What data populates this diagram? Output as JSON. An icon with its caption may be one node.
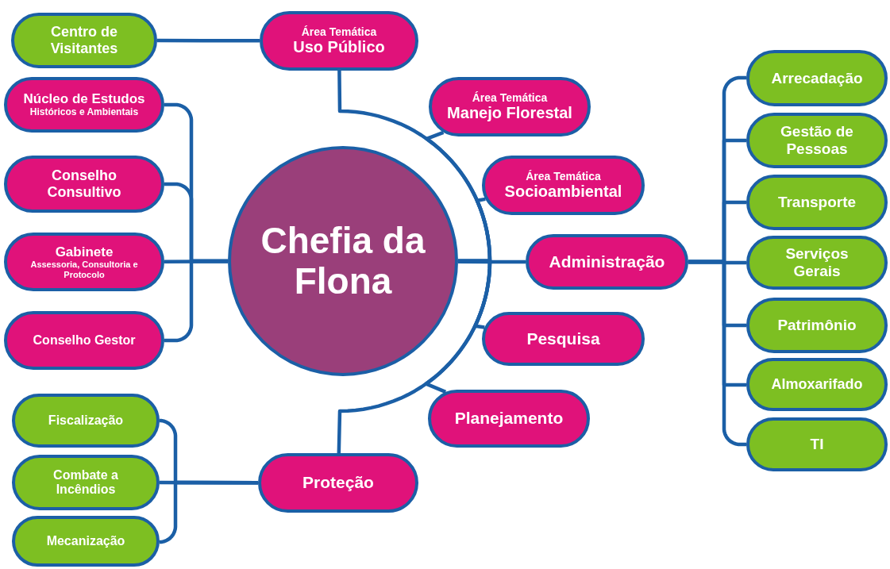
{
  "diagram": {
    "nodes": [
      {
        "text": [
          "Centro de Visitantes"
        ]
      },
      {
        "text": [
          "Área Temática",
          "Uso Público"
        ]
      },
      {
        "text": [
          "Núcleo de Estudos",
          "Históricos e Ambientais"
        ]
      },
      {
        "text": [
          "Área Temática",
          "Manejo Florestal"
        ]
      },
      {
        "text": [
          "Arrecadação"
        ]
      },
      {
        "text": [
          "Gestão de Pessoas"
        ]
      },
      {
        "text": [
          "Conselho Consultivo"
        ]
      },
      {
        "text": [
          "Área Temática",
          "Socioambiental"
        ]
      },
      {
        "text": [
          "Transporte"
        ]
      },
      {
        "text": [
          "Gabinete",
          "Assessoria, Consultoria e Protocolo"
        ]
      },
      {
        "text": [
          "Chefia da Flona"
        ]
      },
      {
        "text": [
          "Administração"
        ]
      },
      {
        "text": [
          "Serviços Gerais"
        ]
      },
      {
        "text": [
          "Patrimônio"
        ]
      },
      {
        "text": [
          "Conselho Gestor"
        ]
      },
      {
        "text": [
          "Pesquisa"
        ]
      },
      {
        "text": [
          "Almoxarifado"
        ]
      },
      {
        "text": [
          "Planejamento"
        ]
      },
      {
        "text": [
          "TI"
        ]
      },
      {
        "text": [
          "Fiscalização"
        ]
      },
      {
        "text": [
          "Combate a Incêndios"
        ]
      },
      {
        "text": [
          "Proteção"
        ]
      },
      {
        "text": [
          "Mecanização"
        ]
      }
    ],
    "edges": [
      {
        "from": 0,
        "to": 1,
        "arrow": "none"
      },
      {
        "from": 10,
        "to": 1,
        "arrow": "none"
      },
      {
        "from": 10,
        "to": 3,
        "arrow": "none"
      },
      {
        "from": 10,
        "to": 7,
        "arrow": "none"
      },
      {
        "from": 10,
        "to": 11,
        "arrow": "none"
      },
      {
        "from": 10,
        "to": 15,
        "arrow": "none"
      },
      {
        "from": 10,
        "to": 17,
        "arrow": "none"
      },
      {
        "from": 10,
        "to": 21,
        "arrow": "none"
      },
      {
        "from": 10,
        "to": 2,
        "arrow": "none"
      },
      {
        "from": 10,
        "to": 6,
        "arrow": "none"
      },
      {
        "from": 10,
        "to": 9,
        "arrow": "none"
      },
      {
        "from": 10,
        "to": 14,
        "arrow": "none"
      },
      {
        "from": 11,
        "to": 4,
        "arrow": "none"
      },
      {
        "from": 11,
        "to": 5,
        "arrow": "none"
      },
      {
        "from": 11,
        "to": 8,
        "arrow": "none"
      },
      {
        "from": 11,
        "to": 12,
        "arrow": "none"
      },
      {
        "from": 11,
        "to": 13,
        "arrow": "none"
      },
      {
        "from": 11,
        "to": 16,
        "arrow": "none"
      },
      {
        "from": 11,
        "to": 18,
        "arrow": "none"
      },
      {
        "from": 21,
        "to": 19,
        "arrow": "none"
      },
      {
        "from": 21,
        "to": 20,
        "arrow": "none"
      },
      {
        "from": 21,
        "to": 22,
        "arrow": "none"
      }
    ]
  }
}
